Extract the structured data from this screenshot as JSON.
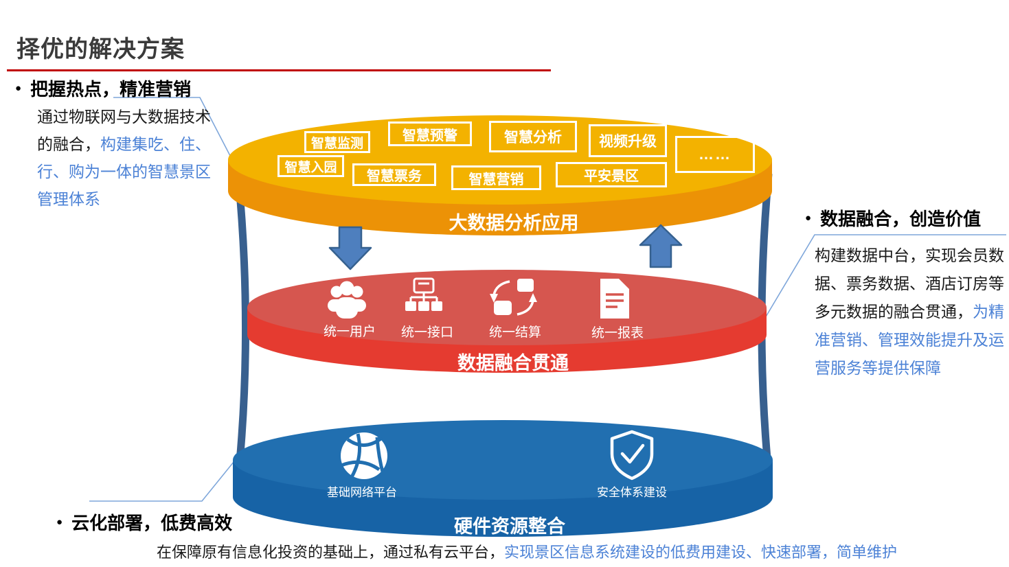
{
  "title": "择优的解决方案",
  "bullet_glyph": "●",
  "annotations": {
    "top_left": {
      "heading": "把握热点，精准营销",
      "body_black": "通过物联网与大数据技术的融合，",
      "body_blue": "构建集吃、住、行、购为一体的智慧景区管理体系"
    },
    "right": {
      "heading": "数据融合，创造价值",
      "body_black": "构建数据中台，实现会员数据、票务数据、酒店订房等多元数据的融合贯通，",
      "body_blue": "为精准营销、管理效能提升及运营服务等提供保障"
    },
    "bottom_left": {
      "heading": "云化部署，低费高效"
    },
    "bottom": {
      "body_black": "在保障原有信息化投资的基础上，通过私有云平台，",
      "body_blue": "实现景区信息系统建设的低费用建设、快速部署，简单维护"
    }
  },
  "diagram": {
    "top_layer": {
      "label": "大数据分析应用",
      "surface_color": "#F3B200",
      "rim_color": "#EC9206",
      "boxes": [
        "智慧监测",
        "智慧预警",
        "智慧分析",
        "视频升级",
        "智慧入园",
        "智慧票务",
        "智慧营销",
        "平安景区",
        "……"
      ]
    },
    "middle_layer": {
      "label": "数据融合贯通",
      "surface_color": "#D6564F",
      "rim_color": "#E53B30",
      "items": [
        {
          "icon": "users-icon",
          "label": "统一用户"
        },
        {
          "icon": "sitemap-icon",
          "label": "统一接口"
        },
        {
          "icon": "sync-icon",
          "label": "统一结算"
        },
        {
          "icon": "report-icon",
          "label": "统一报表"
        }
      ]
    },
    "bottom_layer": {
      "label": "硬件资源整合",
      "surface_color": "#216FB0",
      "rim_color": "#1763A6",
      "items": [
        {
          "icon": "globe-icon",
          "label": "基础网络平台"
        },
        {
          "icon": "shield-check-icon",
          "label": "安全体系建设"
        }
      ]
    },
    "arrows": [
      {
        "icon": "block-arrow-down"
      },
      {
        "icon": "block-arrow-up"
      }
    ],
    "pillar_color": "#38608F",
    "arrow_fill": "#4E7FBE",
    "connector_color": "#7EA6DA"
  },
  "colors": {
    "title_text": "#3A3A3A",
    "title_underline": "#C00000",
    "accent_text_blue": "#4C82D6"
  }
}
